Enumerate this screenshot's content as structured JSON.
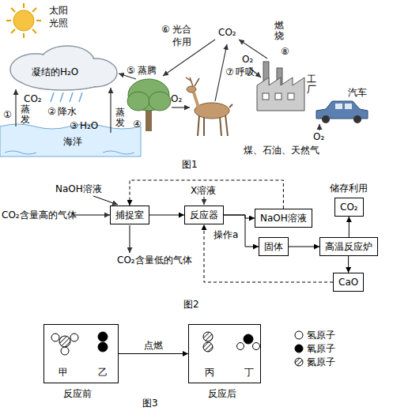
{
  "diagram": {
    "nodes": [
      {
        "text": [
          "捕捉室"
        ]
      },
      {
        "text": [
          "反应器"
        ]
      },
      {
        "text": [
          "NaOH溶液"
        ]
      },
      {
        "text": [
          "CO₂"
        ]
      },
      {
        "text": [
          "固体"
        ]
      },
      {
        "text": [
          "高温反应炉"
        ]
      },
      {
        "text": [
          "CaO"
        ]
      },
      {
        "text": [
          "甲",
          "乙",
          "反应前"
        ]
      },
      {
        "text": [
          "丙",
          "丁",
          "反应后"
        ]
      }
    ],
    "edges": [
      {
        "from": 0,
        "to": 1,
        "arrow": "to"
      },
      {
        "from": 1,
        "to": 2,
        "arrow": "to"
      },
      {
        "from": 1,
        "to": 4,
        "arrow": "to"
      },
      {
        "from": 4,
        "to": 5,
        "arrow": "to"
      },
      {
        "from": 5,
        "to": 3,
        "arrow": "to"
      },
      {
        "from": 5,
        "to": 6,
        "arrow": "to"
      },
      {
        "from": 6,
        "to": 1,
        "arrow": "to"
      },
      {
        "from": 2,
        "to": 0,
        "arrow": "to"
      },
      {
        "from": 7,
        "to": 8,
        "label": "点燃",
        "arrow": "to"
      }
    ],
    "labels": [
      "太阳",
      "光照",
      "凝结的H₂O",
      "CO₂",
      "①",
      "蒸发",
      "②",
      "降水",
      "③",
      "H₂O",
      "海洋",
      "蒸发",
      "④",
      "⑤",
      "蒸腾",
      "⑥",
      "光合",
      "作用",
      "CO₂",
      "燃烧",
      "⑧",
      "O₂",
      "⑦",
      "呼吸",
      "O₂",
      "工厂",
      "汽车",
      "O₂",
      "煤、石油、天然气",
      "图1",
      "NaOH溶液",
      "CO₂含量高的气体",
      "X溶液",
      "CO₂含量低的气体",
      "操作a",
      "储存利用",
      "图2",
      "图3"
    ],
    "legend": [
      {
        "text": "氢原子"
      },
      {
        "text": "氧原子"
      },
      {
        "text": "氮原子"
      }
    ]
  }
}
